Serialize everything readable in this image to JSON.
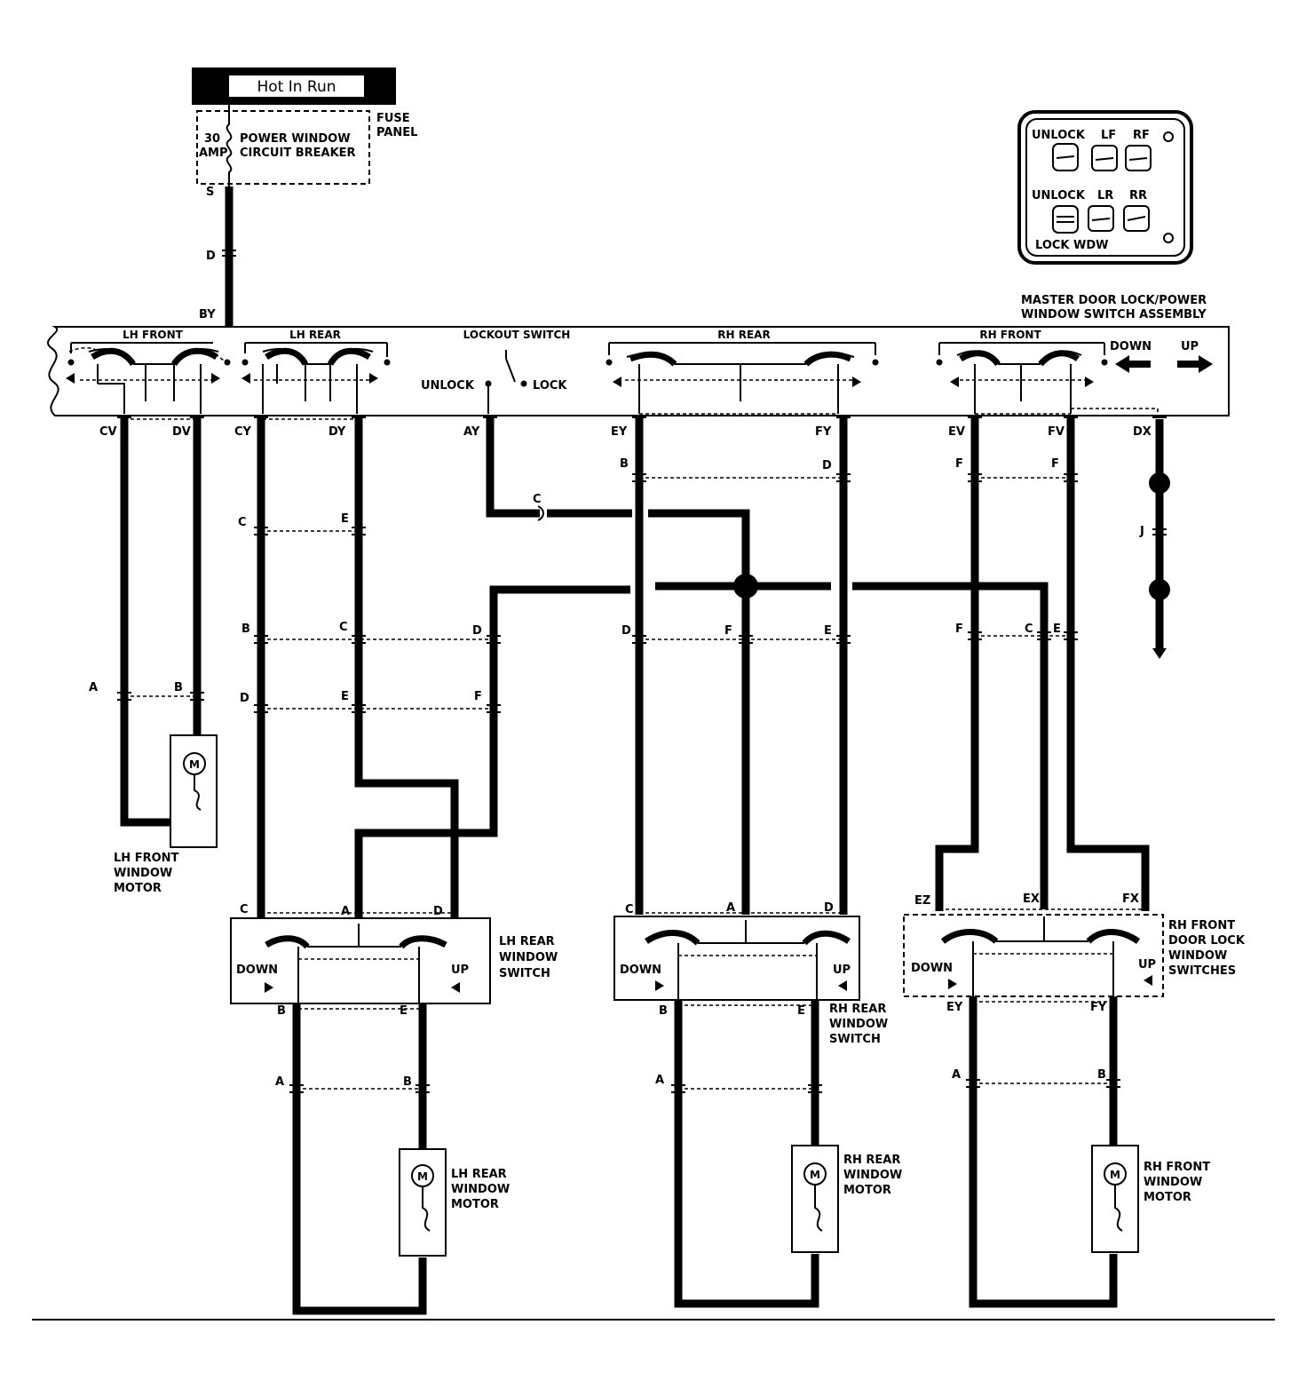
{
  "colors": {
    "ink": "#000000",
    "paper": "#ffffff"
  },
  "power": {
    "hot_label": "Hot In Run"
  },
  "fuse": {
    "rating_1": "30",
    "rating_2": "AMP",
    "name_1": "POWER WINDOW",
    "name_2": "CIRCUIT BREAKER",
    "panel_1": "FUSE",
    "panel_2": "PANEL"
  },
  "master": {
    "title_1": "MASTER DOOR LOCK/POWER",
    "title_2": "WINDOW SWITCH ASSEMBLY",
    "sections": [
      "LH FRONT",
      "LH REAR",
      "LOCKOUT SWITCH",
      "RH REAR",
      "RH FRONT"
    ],
    "unlock": "UNLOCK",
    "lock": "LOCK",
    "down": "DOWN",
    "up": "UP"
  },
  "panel": {
    "unlock_1": "UNLOCK",
    "lf": "LF",
    "rf": "RF",
    "unlock_2": "UNLOCK",
    "lr": "LR",
    "rr": "RR",
    "lock_wdw": "LOCK WDW"
  },
  "connectors": {
    "s": "S",
    "d": "D",
    "by": "BY",
    "cv": "CV",
    "dv": "DV",
    "cy": "CY",
    "dy": "DY",
    "ay": "AY",
    "ey": "EY",
    "fy": "FY",
    "ev": "EV",
    "fv": "FV",
    "dx": "DX",
    "ez": "EZ",
    "ex": "EX",
    "fx": "FX",
    "a": "A",
    "b": "B",
    "c": "C",
    "e": "E",
    "f": "F",
    "j": "J"
  },
  "switches": {
    "lh_rear": [
      "LH REAR",
      "WINDOW",
      "SWITCH"
    ],
    "rh_rear": [
      "RH REAR",
      "WINDOW",
      "SWITCH"
    ],
    "rh_front": [
      "RH FRONT",
      "DOOR LOCK",
      "WINDOW",
      "SWITCHES"
    ],
    "down": "DOWN",
    "up": "UP"
  },
  "motors": {
    "m": "M",
    "lh_front": [
      "LH FRONT",
      "WINDOW",
      "MOTOR"
    ],
    "lh_rear": [
      "LH REAR",
      "WINDOW",
      "MOTOR"
    ],
    "rh_rear": [
      "RH REAR",
      "WINDOW",
      "MOTOR"
    ],
    "rh_front": [
      "RH FRONT",
      "WINDOW",
      "MOTOR"
    ]
  }
}
